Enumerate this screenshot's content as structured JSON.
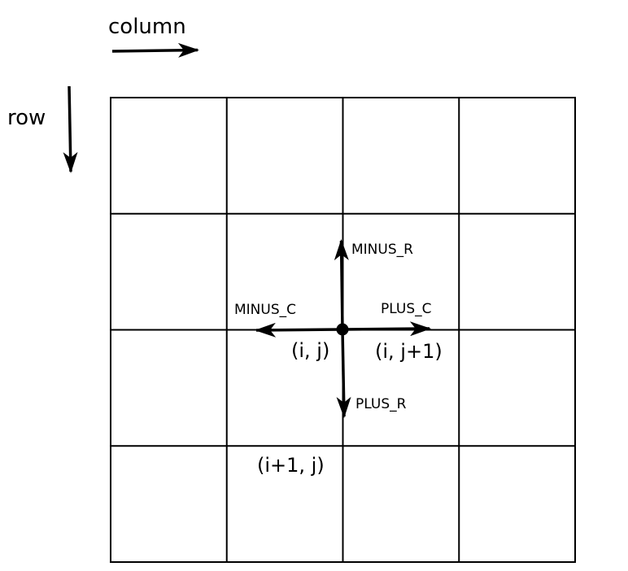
{
  "axes": {
    "column_label": "column",
    "row_label": "row"
  },
  "directions": {
    "minus_r": "MINUS_R",
    "minus_c": "MINUS_C",
    "plus_c": "PLUS_C",
    "plus_r": "PLUS_R"
  },
  "cells": {
    "current": "(i, j)",
    "right": "(i, j+1)",
    "below": "(i+1, j)"
  },
  "grid": {
    "rows": 4,
    "columns": 4
  },
  "colors": {
    "stroke": "#000000",
    "background": "#ffffff"
  }
}
